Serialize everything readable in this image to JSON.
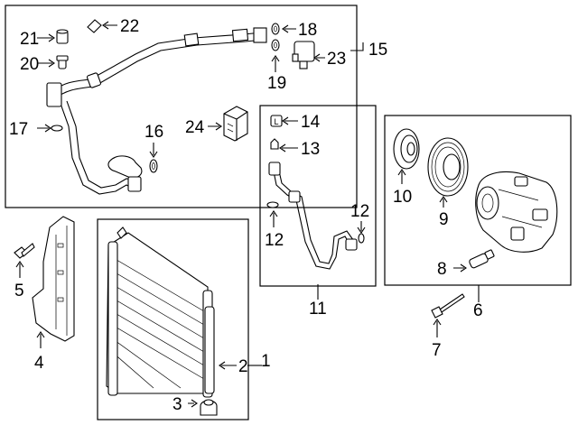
{
  "callouts": {
    "c1": "1",
    "c2": "2",
    "c3": "3",
    "c4": "4",
    "c5": "5",
    "c6": "6",
    "c7": "7",
    "c8": "8",
    "c9": "9",
    "c10": "10",
    "c11": "11",
    "c12a": "12",
    "c12b": "12",
    "c13": "13",
    "c14": "14",
    "c15": "15",
    "c16": "16",
    "c17": "17",
    "c18": "18",
    "c19": "19",
    "c20": "20",
    "c21": "21",
    "c22": "22",
    "c23": "23",
    "c24": "24"
  },
  "label_tag_letter": "L"
}
